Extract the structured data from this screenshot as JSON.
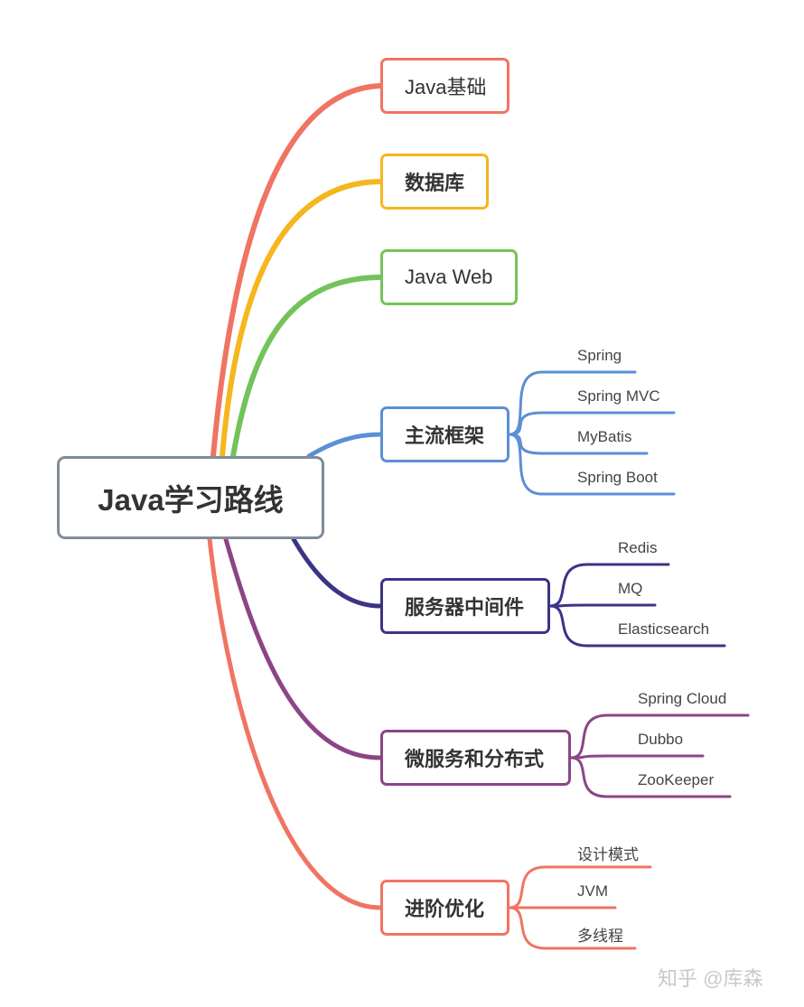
{
  "root": {
    "label": "Java学习路线"
  },
  "branches": [
    {
      "id": "basics",
      "label": "Java基础",
      "color": "#f07463",
      "children": []
    },
    {
      "id": "database",
      "label": "数据库",
      "color": "#f5b61e",
      "children": []
    },
    {
      "id": "javaweb",
      "label": "Java Web",
      "color": "#74c35a",
      "children": []
    },
    {
      "id": "framework",
      "label": "主流框架",
      "color": "#5b8fd4",
      "children": [
        "Spring",
        "Spring MVC",
        "MyBatis",
        "Spring Boot"
      ]
    },
    {
      "id": "middleware",
      "label": "服务器中间件",
      "color": "#3b3486",
      "children": [
        "Redis",
        "MQ",
        "Elasticsearch"
      ]
    },
    {
      "id": "microservice",
      "label": "微服务和分布式",
      "color": "#8b4586",
      "children": [
        "Spring Cloud",
        "Dubbo",
        "ZooKeeper"
      ]
    },
    {
      "id": "advanced",
      "label": "进阶优化",
      "color": "#f07463",
      "children": [
        "设计模式",
        "JVM",
        "多线程"
      ]
    }
  ],
  "watermark": "知乎 @库森"
}
